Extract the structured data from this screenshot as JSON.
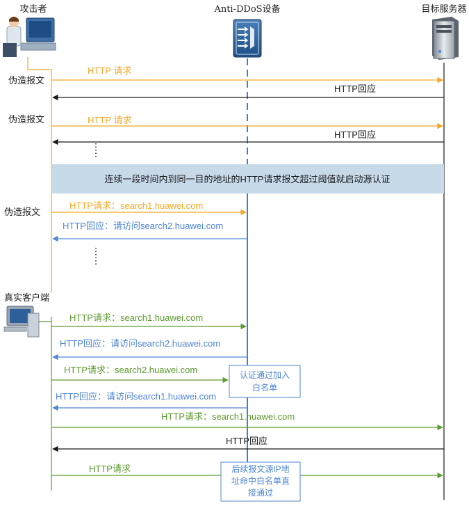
{
  "actors": {
    "attacker": "攻击者",
    "device": "Anti-DDoS设备",
    "server": "目标服务器",
    "client": "真实客户端"
  },
  "side_labels": {
    "forge1": "伪造报文",
    "forge2": "伪造报文",
    "forge3": "伪造报文"
  },
  "messages": {
    "m1": "HTTP 请求",
    "m2": "HTTP回应",
    "m3": "HTTP 请求",
    "m4": "HTTP回应",
    "m5": "HTTP请求：search1.huawei.com",
    "m6": "HTTP回应：请访问search2.huawei.com",
    "m7": "HTTP请求：search1.huawei.com",
    "m8": "HTTP回应：请访问search2.huawei.com",
    "m9": "HTTP请求：search2.huawei.com",
    "m10": "HTTP回应：请访问search1.huawei.com",
    "m11": "HTTP请求：search1.huawei.com",
    "m12": "HTTP回应",
    "m13": "HTTP请求"
  },
  "banner": "连续一段时间内到同一目的地址的HTTP请求报文超过阈值就启动源认证",
  "notes": {
    "whitelist_1": "认证通过加入",
    "whitelist_2": "白名单",
    "followup_1": "后续报文源IP地",
    "followup_2": "址命中白名单直",
    "followup_3": "接通过"
  },
  "colors": {
    "orange": "#f5a623",
    "black": "#1a1a1a",
    "blue": "#4f86d6",
    "green": "#5c9a2e",
    "device_line": "#3d7fd1",
    "banner_bg": "#c7daea"
  },
  "icons": {
    "attacker": "attacker-computer-icon",
    "device": "anti-ddos-device-icon",
    "server": "server-tower-icon",
    "client": "client-computer-icon"
  }
}
